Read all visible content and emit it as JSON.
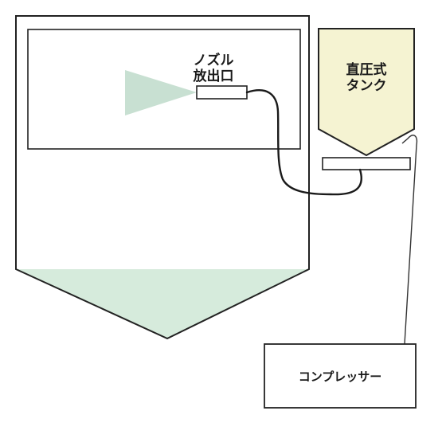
{
  "labels": {
    "nozzle_line1": "ノズル",
    "nozzle_line2": "放出口",
    "tank_line1": "直圧式",
    "tank_line2": "タンク",
    "compressor": "コンプレッサー"
  },
  "colors": {
    "outline": "#222222",
    "spray_cone": "#c8e0d2",
    "hopper_fill": "#d6ebdc",
    "tank_fill": "#f5f3d2",
    "background": "#ffffff"
  }
}
